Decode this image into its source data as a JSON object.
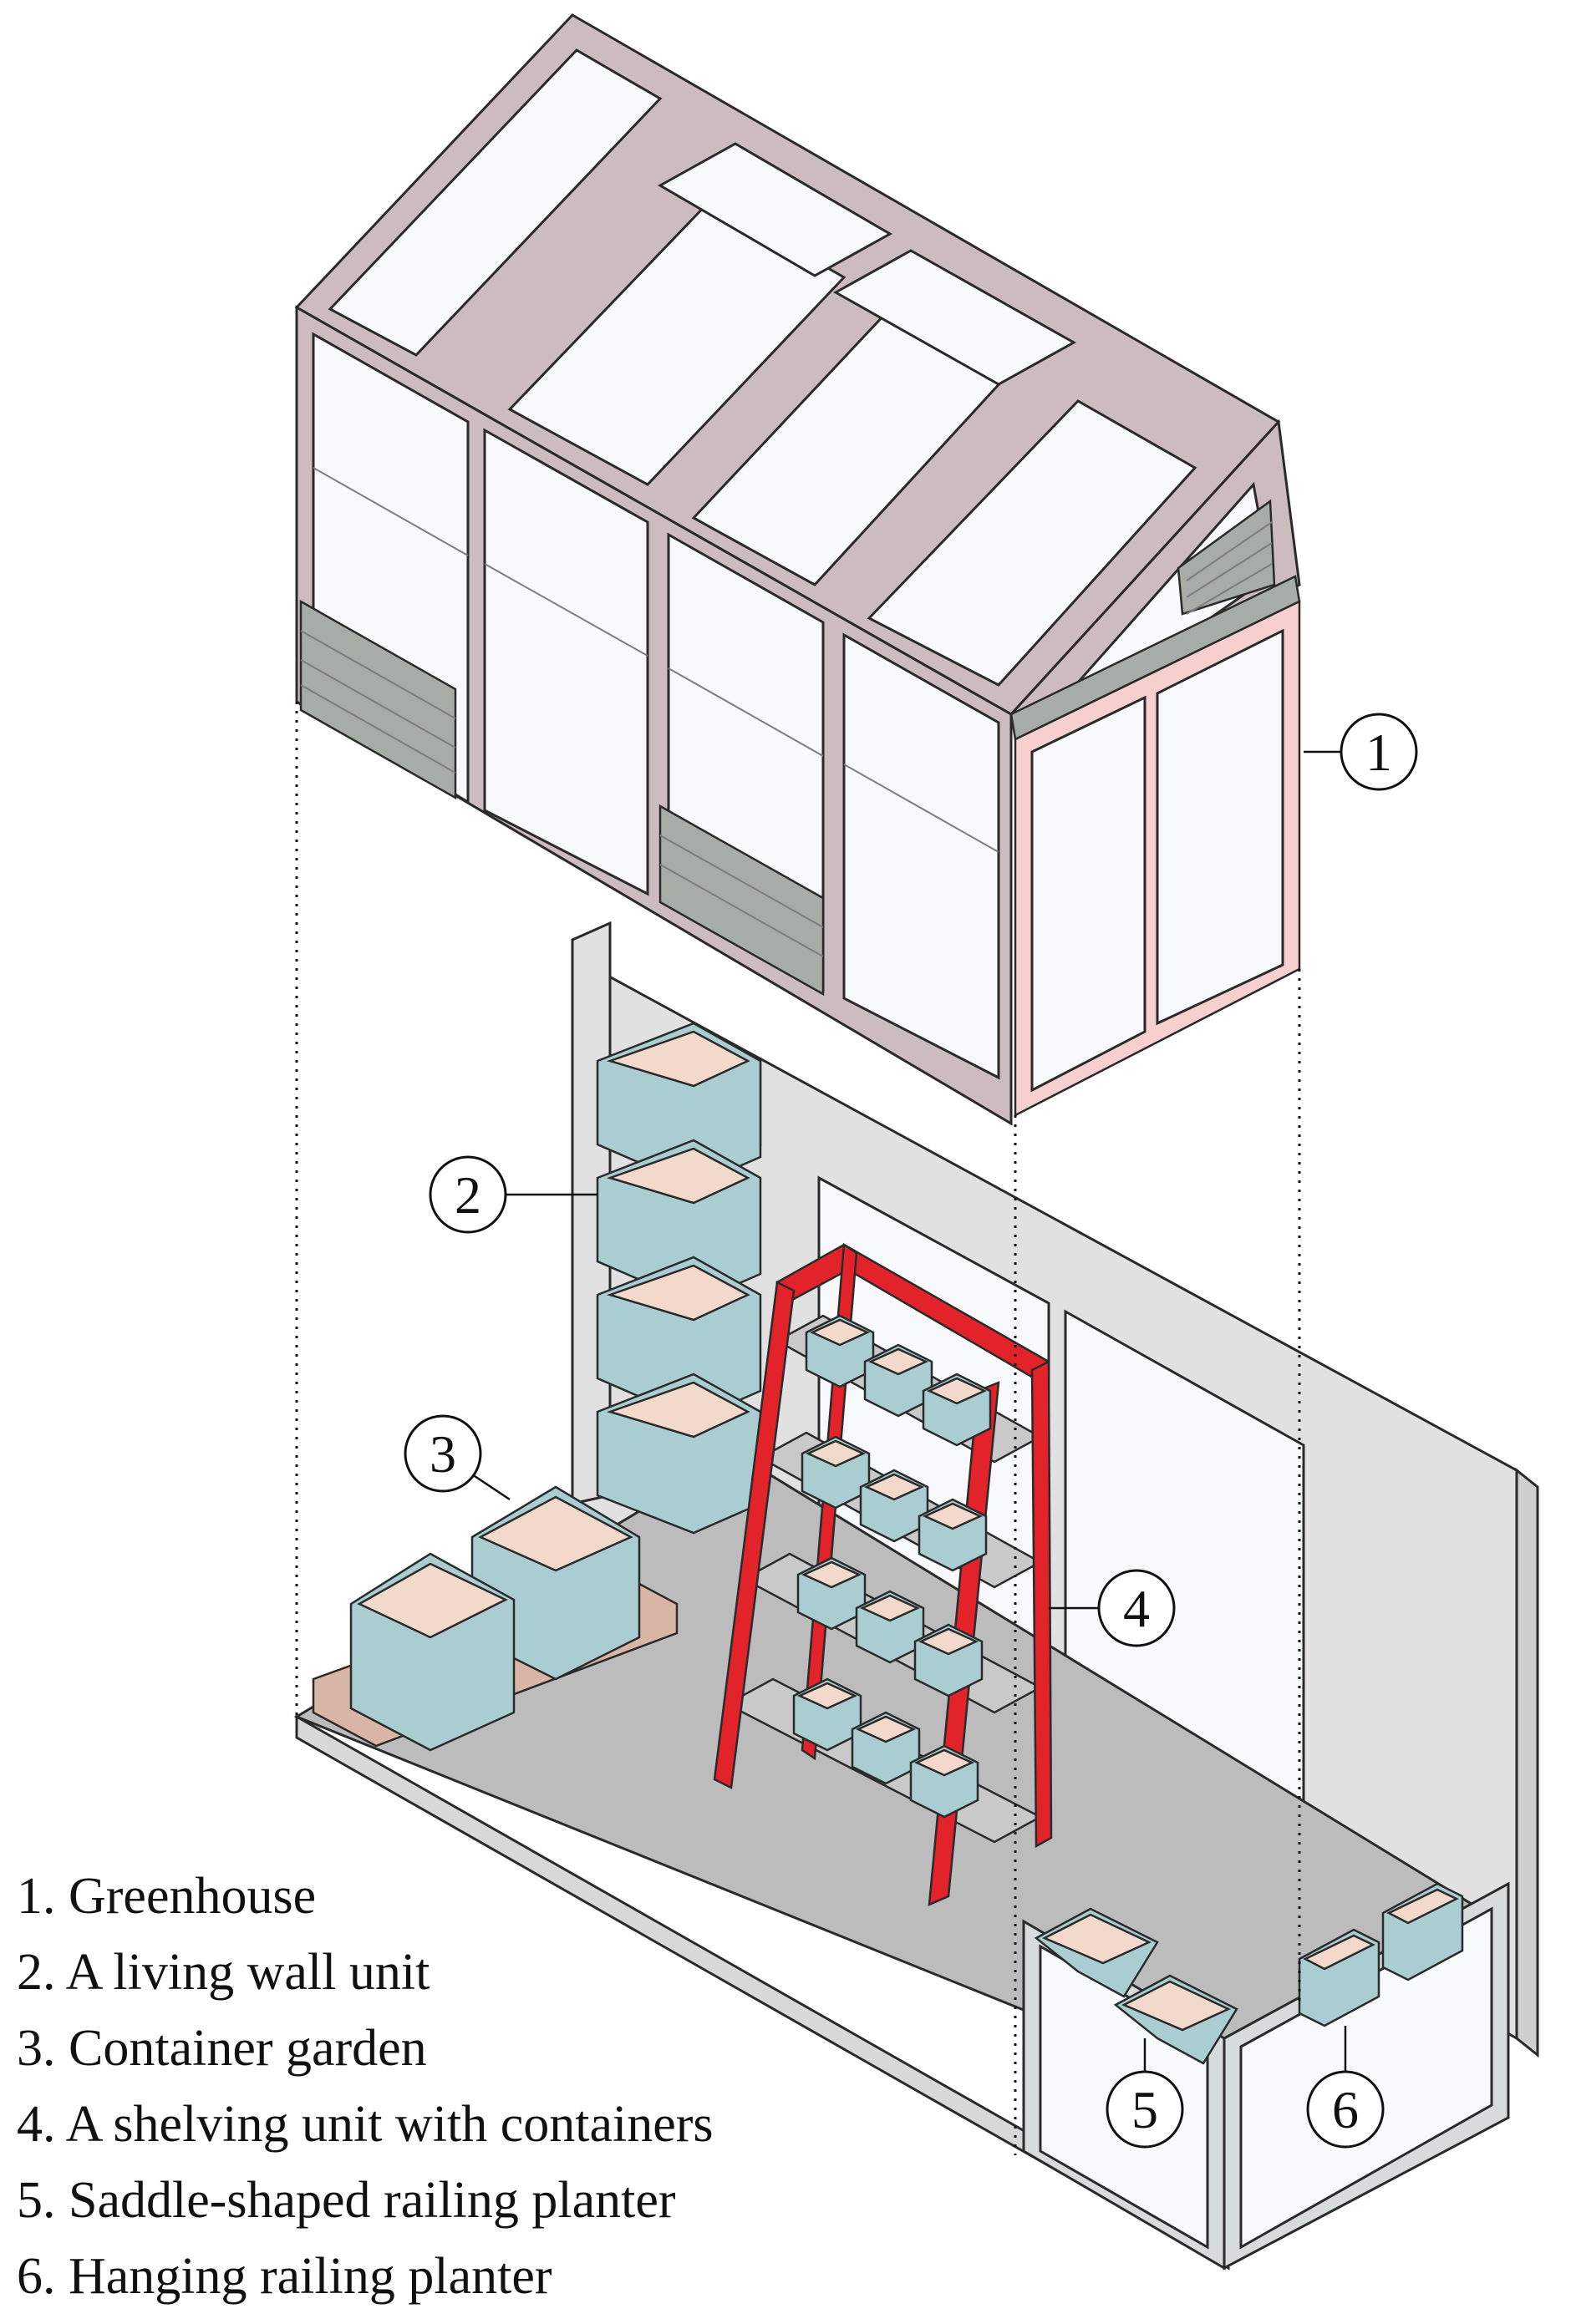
{
  "callouts": [
    "1",
    "2",
    "3",
    "4",
    "5",
    "6"
  ],
  "legend": [
    "1. Greenhouse",
    "2. A living wall unit",
    "3. Container garden",
    "4. A shelving unit with containers",
    "5. Saddle-shaped railing planter",
    "6. Hanging railing planter"
  ],
  "colors": {
    "frame": "#cdbcbf",
    "glass": "#f7f9fb",
    "louver": "#a6aca6",
    "door_frame": "#f7cfcf",
    "wall": "#e1e1e1",
    "floor": "#bdbcbc",
    "planter": "#a9cdd0",
    "soil": "#f3d9cb",
    "shelving_unit": "#e2232a"
  }
}
